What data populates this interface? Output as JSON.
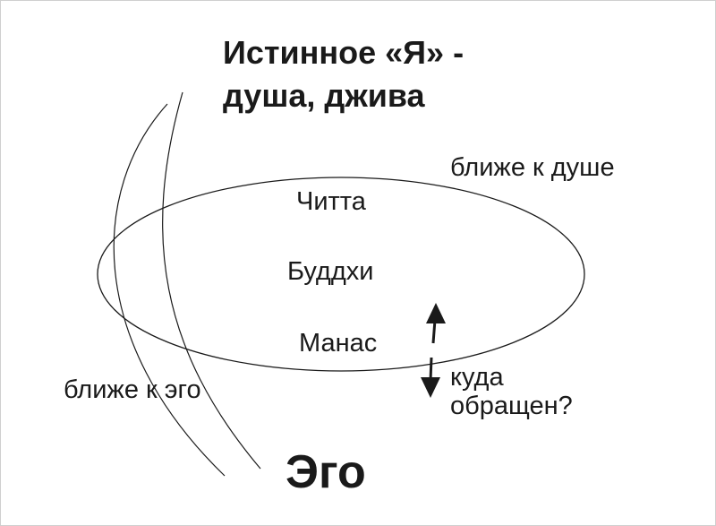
{
  "title": {
    "line1": "Истинное «Я» -",
    "line2": "душа, джива"
  },
  "labels": {
    "closer_soul": "ближе к душе",
    "closer_ego": "ближе к эго",
    "chitta": "Читта",
    "buddhi": "Буддхи",
    "manas": "Манас",
    "question_line1": "куда",
    "question_line2": "обращен?",
    "ego": "Эго"
  },
  "colors": {
    "stroke": "#1a1a1a",
    "background": "#ffffff"
  }
}
